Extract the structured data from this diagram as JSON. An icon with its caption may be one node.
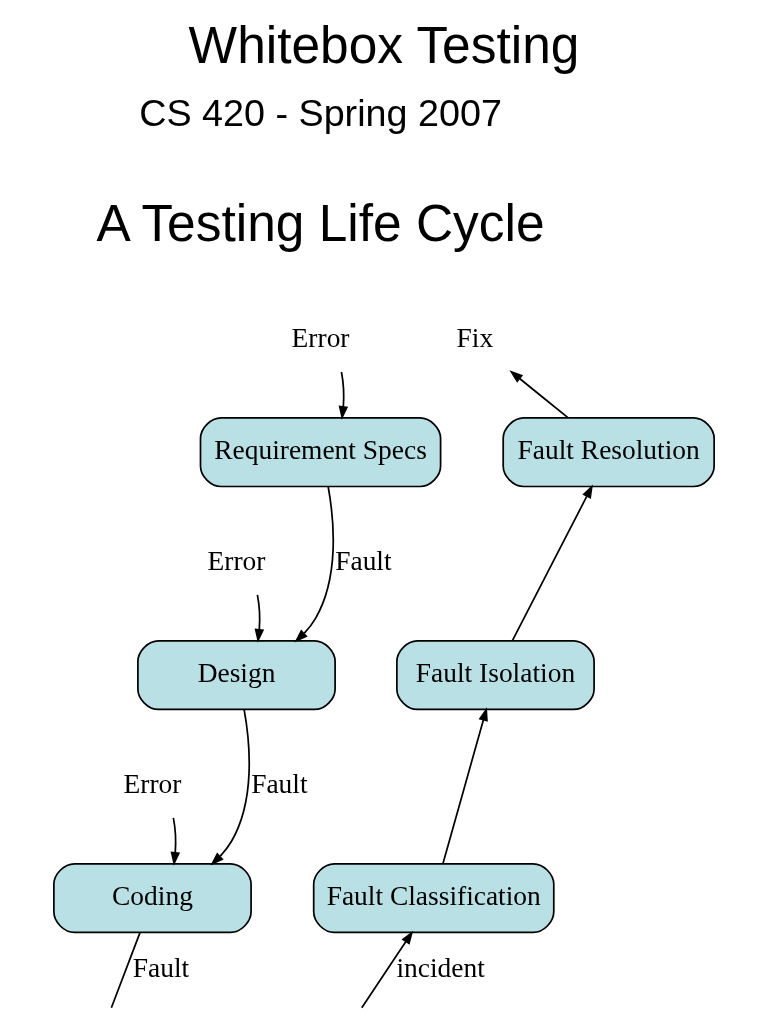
{
  "diagram": {
    "title": "Whitebox Testing",
    "nodes": [
      {
        "text": [
          "Error"
        ]
      },
      {
        "text": [
          "Requirement Specs"
        ]
      },
      {
        "text": [
          "Error"
        ]
      },
      {
        "text": [
          "Design"
        ]
      },
      {
        "text": [
          "Error"
        ]
      },
      {
        "text": [
          "Coding"
        ]
      },
      {
        "text": [
          "Fault Classification"
        ]
      },
      {
        "text": [
          "Fault Isolation"
        ]
      },
      {
        "text": [
          "Fault Resolution"
        ]
      },
      {
        "text": [
          "Fix"
        ]
      }
    ],
    "edges": [
      {
        "from": 0,
        "to": 1,
        "arrow": "to"
      },
      {
        "from": 1,
        "to": 3,
        "arrow": "to",
        "label": "Fault"
      },
      {
        "from": 2,
        "to": 3,
        "arrow": "to"
      },
      {
        "from": 3,
        "to": 5,
        "arrow": "to",
        "label": "Fault"
      },
      {
        "from": 4,
        "to": 5,
        "arrow": "to"
      },
      {
        "from": 5,
        "to": null,
        "arrow": "none",
        "label": "Fault"
      },
      {
        "from": null,
        "to": 6,
        "arrow": "to",
        "label": "incident"
      },
      {
        "from": 6,
        "to": 7,
        "arrow": "to"
      },
      {
        "from": 7,
        "to": 8,
        "arrow": "to"
      },
      {
        "from": 8,
        "to": 9,
        "arrow": "to"
      }
    ],
    "labels": [
      "CS 420 - Spring 2007",
      "A Testing Life Cycle"
    ]
  }
}
